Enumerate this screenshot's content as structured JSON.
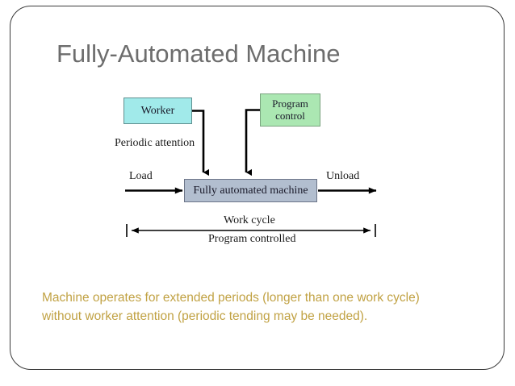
{
  "slide": {
    "title": "Fully-Automated Machine",
    "caption_line1": "Machine operates for extended periods (longer than one work cycle)",
    "caption_line2": "without worker attention (periodic tending may be needed).",
    "title_color": "#6d6d6d",
    "caption_color": "#c1a244",
    "background_color": "#ffffff",
    "frame_color": "#3a3a3a"
  },
  "diagram": {
    "boxes": [
      {
        "id": "worker",
        "label": "Worker",
        "fill": "#a1eaea",
        "stroke": "#5f8f8f"
      },
      {
        "id": "program-control",
        "label_line1": "Program",
        "label_line2": "control",
        "fill": "#abe7b2",
        "stroke": "#7aa37f"
      },
      {
        "id": "machine",
        "label": "Fully automated machine",
        "fill": "#b2becf",
        "stroke": "#6b7487"
      }
    ],
    "labels": {
      "periodic_attention": "Periodic attention",
      "load": "Load",
      "unload": "Unload",
      "work_cycle": "Work cycle",
      "program_controlled": "Program controlled"
    },
    "arrow_color": "#000000",
    "dimension_line_color": "#000000"
  }
}
